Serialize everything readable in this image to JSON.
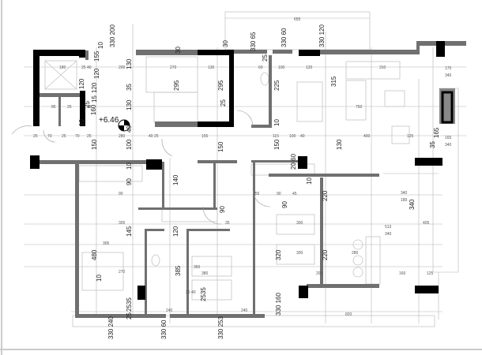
{
  "drawing": {
    "elevation_mark": "+6.46",
    "top_overall_dimension": "655",
    "colors": {
      "wall_solid": "#000000",
      "wall_gray": "#707070",
      "line": "#b5b5b5",
      "furniture": "#c4c4c4"
    },
    "vertical_labels": [
      "330 200",
      "10",
      "155",
      "120",
      "120",
      "15",
      "160",
      "25",
      "40",
      "130",
      "35",
      "130",
      "30",
      "295",
      "295",
      "25",
      "30",
      "330 65",
      "330 60",
      "330 120",
      "25",
      "225",
      "10",
      "315",
      "150",
      "150",
      "100",
      "130",
      "150",
      "220",
      "220",
      "320",
      "90",
      "90",
      "145",
      "480",
      "385",
      "340",
      "2535",
      "10",
      "25",
      "330 240",
      "330 60",
      "330 253",
      "330 160",
      "2535",
      "20 60",
      "10",
      "165",
      "35",
      "120",
      "10",
      "90",
      "10",
      "140",
      "120"
    ],
    "horizontal_labels": [
      "180",
      "25 40",
      "200",
      "270",
      "130",
      "85",
      "25",
      "25",
      "25",
      "70",
      "25",
      "70",
      "25",
      "280",
      "40 25",
      "155",
      "115",
      "100",
      "40",
      "60",
      "100",
      "120",
      "310",
      "750",
      "400",
      "125",
      "170",
      "340",
      "165",
      "340",
      "340",
      "189",
      "513",
      "340",
      "405",
      "300",
      "300",
      "90",
      "155",
      "45",
      "90",
      "305",
      "305",
      "270",
      "240",
      "240",
      "820",
      "160",
      "125",
      "200",
      "280",
      "25 40",
      "35",
      "360",
      "380"
    ]
  }
}
